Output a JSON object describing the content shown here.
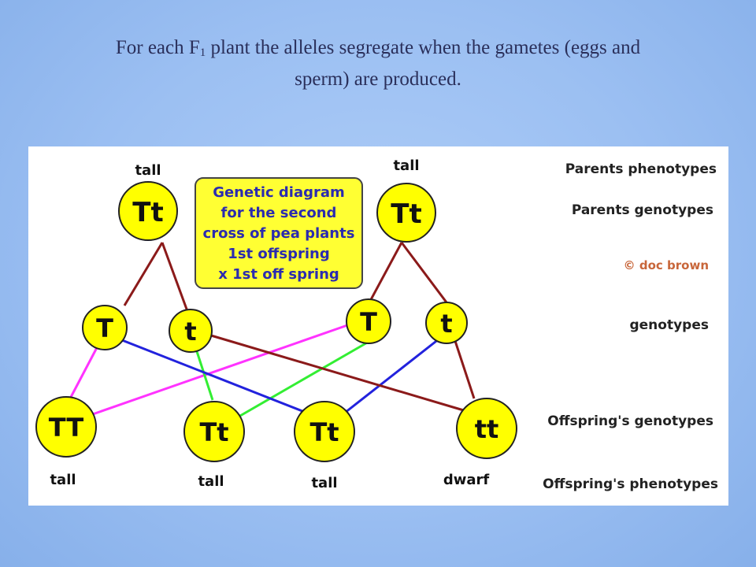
{
  "title": {
    "part1": "For each F",
    "sub": "1",
    "part2": " plant the alleles segregate when the gametes (eggs and",
    "line2": "sperm) are produced."
  },
  "diagram": {
    "parents": [
      {
        "genotype": "Tt",
        "phenotype": "tall"
      },
      {
        "genotype": "Tt",
        "phenotype": "tall"
      }
    ],
    "gametes": [
      "T",
      "t",
      "T",
      "t"
    ],
    "offspring": [
      {
        "genotype": "TT",
        "phenotype": "tall"
      },
      {
        "genotype": "Tt",
        "phenotype": "tall"
      },
      {
        "genotype": "Tt",
        "phenotype": "tall"
      },
      {
        "genotype": "tt",
        "phenotype": "dwarf"
      }
    ],
    "caption_box": [
      "Genetic diagram",
      "for the second",
      "cross of pea plants",
      "1st offspring",
      "x 1st off spring"
    ],
    "row_labels": {
      "parents_phenotypes": "Parents phenotypes",
      "parents_genotypes": "Parents genotypes",
      "copyright": "© doc brown",
      "genotypes": "genotypes",
      "offspring_genotypes": "Offspring's genotypes",
      "offspring_phenotypes": "Offspring's phenotypes"
    },
    "colors": {
      "node_fill": "#ffff00",
      "node_stroke": "#222222",
      "box_fill": "#ffff33",
      "box_text": "#2b2bb0",
      "line_parent": "#8b1a1a",
      "line_magenta": "#ff33ff",
      "line_green": "#33ee33",
      "line_blue": "#2222dd",
      "line_brown": "#8b1a1a"
    }
  }
}
